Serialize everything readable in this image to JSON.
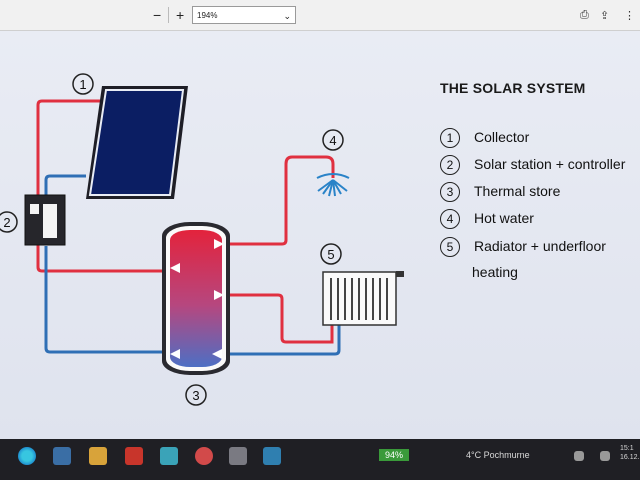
{
  "toolbar": {
    "zoom_out": "−",
    "zoom_in": "+",
    "zoom_value": "194%",
    "zoom_chevron": "⌄"
  },
  "slide": {
    "title": "THE SOLAR SYSTEM",
    "legend": [
      {
        "num": "1",
        "label": "Collector"
      },
      {
        "num": "2",
        "label": "Solar station + controller"
      },
      {
        "num": "3",
        "label": "Thermal store"
      },
      {
        "num": "4",
        "label": "Hot water"
      },
      {
        "num": "5",
        "label": "Radiator + underfloor",
        "label2": "heating"
      }
    ],
    "markers": {
      "m1": "1",
      "m2": "2",
      "m3": "3",
      "m4": "4",
      "m5": "5"
    }
  },
  "taskbar": {
    "battery": "94%",
    "weather": "4°C  Pochmurne",
    "time": "15:1",
    "date": "16.12."
  },
  "colors": {
    "hot": "#e03040",
    "cold": "#2f6fb5",
    "collector": "#0a1a55"
  }
}
